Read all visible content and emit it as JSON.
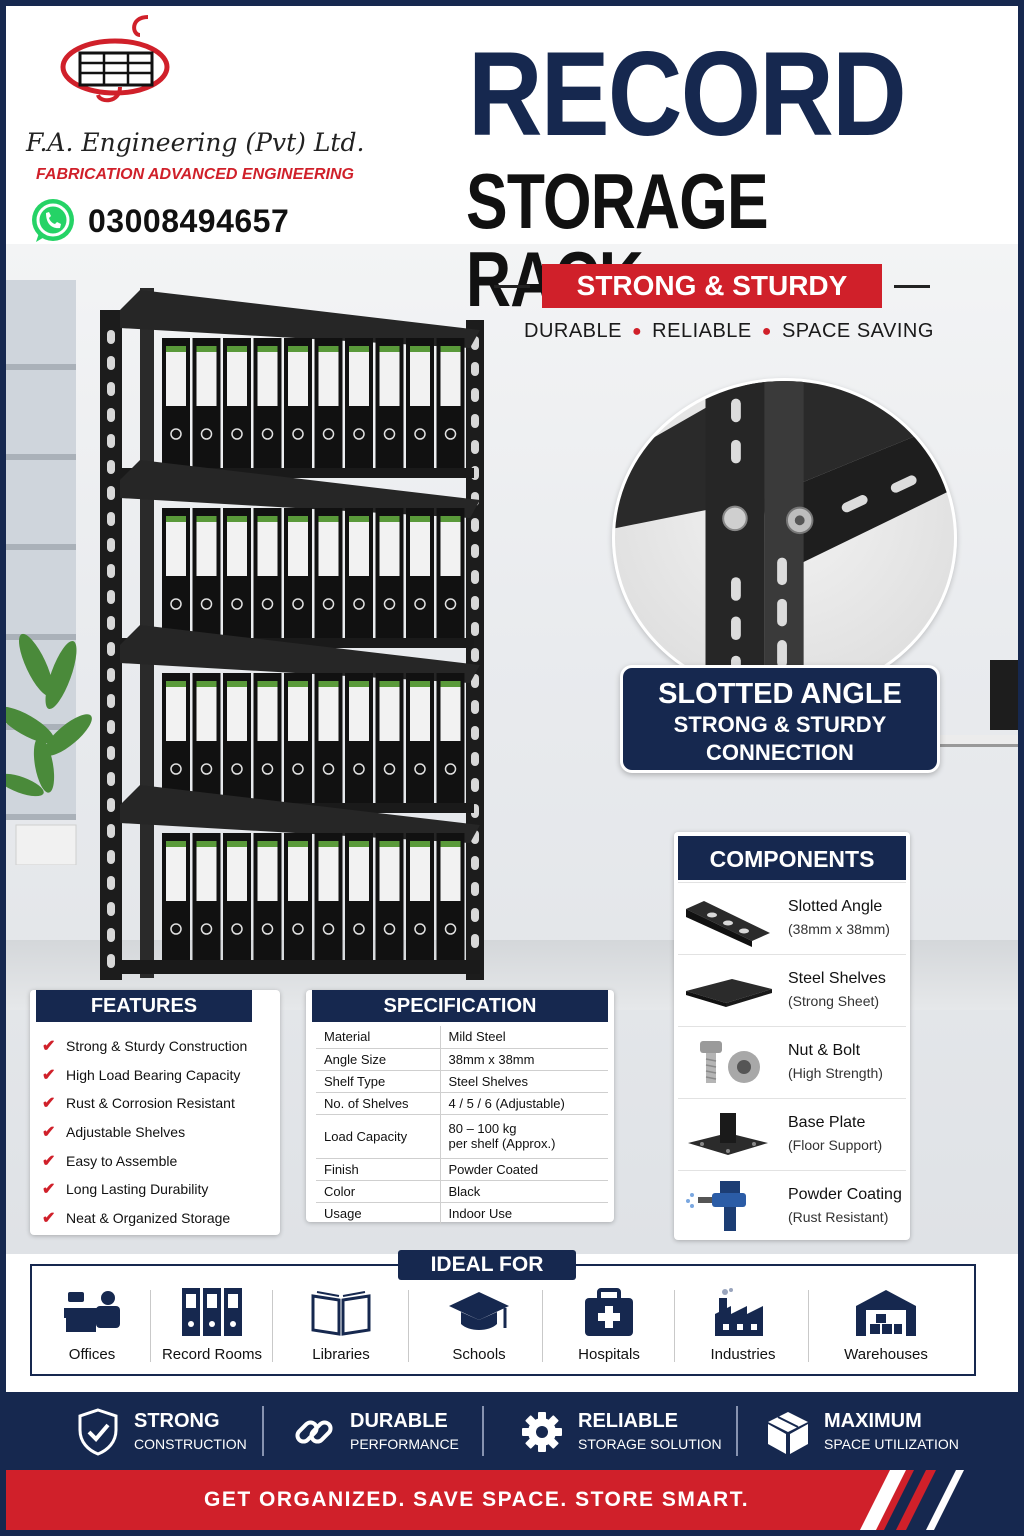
{
  "company": {
    "name": "F.A. Engineering (Pvt) Ltd.",
    "tagline": "FABRICATION ADVANCED ENGINEERING",
    "phone": "03008494657",
    "colors": {
      "navy": "#16284f",
      "red": "#d0202a",
      "whatsapp": "#25d366"
    }
  },
  "title": {
    "line1": "RECORD",
    "line2": "STORAGE RACK",
    "badge": "STRONG & STURDY",
    "tags": [
      "DURABLE",
      "RELIABLE",
      "SPACE SAVING"
    ]
  },
  "closeup": {
    "title": "SLOTTED ANGLE",
    "sub1": "STRONG & STURDY",
    "sub2": "CONNECTION"
  },
  "components": {
    "heading": "COMPONENTS",
    "items": [
      {
        "name": "Slotted Angle",
        "desc": "(38mm x 38mm)",
        "icon": "slotted-angle-icon"
      },
      {
        "name": "Steel Shelves",
        "desc": "(Strong Sheet)",
        "icon": "steel-shelf-icon"
      },
      {
        "name": "Nut & Bolt",
        "desc": "(High Strength)",
        "icon": "nut-bolt-icon"
      },
      {
        "name": "Base Plate",
        "desc": "(Floor Support)",
        "icon": "base-plate-icon"
      },
      {
        "name": "Powder Coating",
        "desc": "(Rust Resistant)",
        "icon": "spray-gun-icon"
      }
    ]
  },
  "features": {
    "heading": "FEATURES",
    "items": [
      "Strong & Sturdy Construction",
      "High Load Bearing Capacity",
      "Rust & Corrosion Resistant",
      "Adjustable Shelves",
      "Easy to Assemble",
      "Long Lasting Durability",
      "Neat & Organized Storage"
    ]
  },
  "specification": {
    "heading": "SPECIFICATION",
    "rows": [
      {
        "key": "Material",
        "value": "Mild Steel"
      },
      {
        "key": "Angle Size",
        "value": "38mm x 38mm"
      },
      {
        "key": "Shelf Type",
        "value": "Steel Shelves"
      },
      {
        "key": "No. of Shelves",
        "value": "4 / 5 / 6 (Adjustable)"
      },
      {
        "key": "Load Capacity",
        "value": "80 – 100 kg",
        "value2": "per shelf (Approx.)"
      },
      {
        "key": "Finish",
        "value": "Powder Coated"
      },
      {
        "key": "Color",
        "value": "Black"
      },
      {
        "key": "Usage",
        "value": "Indoor Use"
      }
    ]
  },
  "ideal_for": {
    "heading": "IDEAL FOR",
    "items": [
      {
        "label": "Offices",
        "icon": "office-icon"
      },
      {
        "label": "Record Rooms",
        "icon": "binders-icon"
      },
      {
        "label": "Libraries",
        "icon": "book-icon"
      },
      {
        "label": "Schools",
        "icon": "graduation-cap-icon"
      },
      {
        "label": "Hospitals",
        "icon": "medical-kit-icon"
      },
      {
        "label": "Industries",
        "icon": "factory-icon"
      },
      {
        "label": "Warehouses",
        "icon": "warehouse-icon"
      }
    ]
  },
  "benefits": [
    {
      "title": "STRONG",
      "sub": "CONSTRUCTION",
      "icon": "shield-check-icon"
    },
    {
      "title": "DURABLE",
      "sub": "PERFORMANCE",
      "icon": "chain-link-icon"
    },
    {
      "title": "RELIABLE",
      "sub": "STORAGE SOLUTION",
      "icon": "gear-icon"
    },
    {
      "title": "MAXIMUM",
      "sub": "SPACE UTILIZATION",
      "icon": "box-icon"
    }
  ],
  "footer": "GET ORGANIZED. SAVE SPACE. STORE SMART."
}
